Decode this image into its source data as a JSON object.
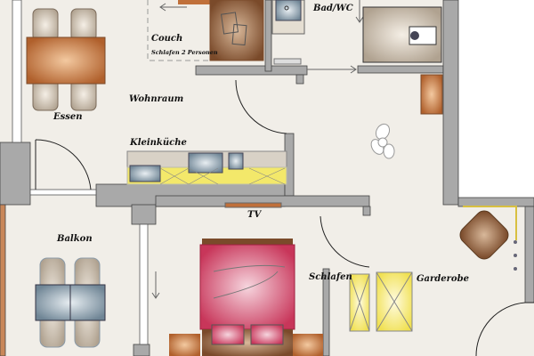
{
  "rooms": {
    "couch": "Couch",
    "couch_sub": "Schlafen 2 Personen",
    "bath": "Bad/WC",
    "living": "Wohnraum",
    "dining": "Essen",
    "kitchen": "Kleinküche",
    "tv": "TV",
    "balcony": "Balkon",
    "bedroom": "Schlafen",
    "wardrobe": "Garderobe"
  },
  "colors": {
    "wall": "#a9a9a9",
    "floor": "#f1eee8",
    "bed": "#c8365a",
    "wood": "#a8663a",
    "cabinet_yellow": "#f3e86a",
    "table_blue": "#6f8595"
  },
  "icons": [
    "ceiling-fan-icon",
    "door-swing-icon",
    "arrow-icon"
  ]
}
